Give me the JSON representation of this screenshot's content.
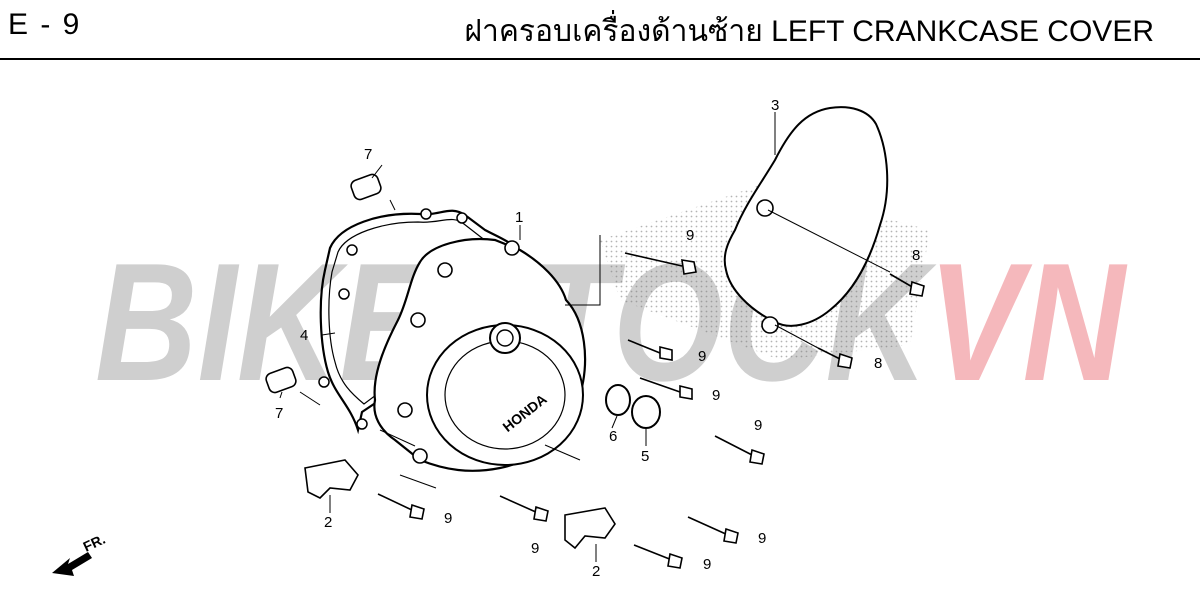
{
  "header": {
    "code": "E - 9",
    "title": "ฝาครอบเครื่องด้านซ้าย  LEFT CRANKCASE COVER"
  },
  "watermark": {
    "part1": "BIKESTOCK",
    "part2": "VN",
    "color1": "#cfcfcf",
    "color2": "#f5b8bc"
  },
  "brand_mark": "HONDA",
  "direction": {
    "label": "FR."
  },
  "callouts": [
    "1",
    "2",
    "2",
    "3",
    "4",
    "5",
    "6",
    "7",
    "7",
    "8",
    "8",
    "9",
    "9",
    "9",
    "9",
    "9",
    "9",
    "9",
    "9"
  ]
}
